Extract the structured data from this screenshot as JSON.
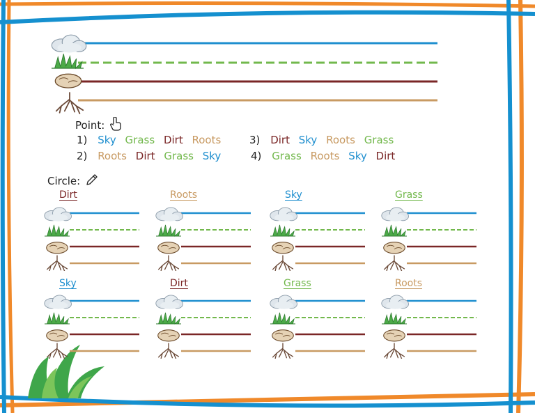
{
  "colors": {
    "sky": "#1f8fcf",
    "grass": "#72b84c",
    "dirt": "#7a2626",
    "roots": "#c89a62",
    "frame_blue": "#1590cf",
    "frame_orange": "#f0892a"
  },
  "point_section": {
    "label": "Point:",
    "icon": "pointing-hand-icon",
    "rows": [
      {
        "number": "1)",
        "words": [
          "Sky",
          "Grass",
          "Dirt",
          "Roots"
        ]
      },
      {
        "number": "2)",
        "words": [
          "Roots",
          "Dirt",
          "Grass",
          "Sky"
        ]
      },
      {
        "number": "3)",
        "words": [
          "Dirt",
          "Sky",
          "Roots",
          "Grass"
        ]
      },
      {
        "number": "4)",
        "words": [
          "Grass",
          "Roots",
          "Sky",
          "Dirt"
        ]
      }
    ]
  },
  "circle_section": {
    "label": "Circle:",
    "icon": "pencil-icon",
    "words": [
      "Dirt",
      "Roots",
      "Sky",
      "Grass",
      "Sky",
      "Dirt",
      "Grass",
      "Roots"
    ]
  }
}
